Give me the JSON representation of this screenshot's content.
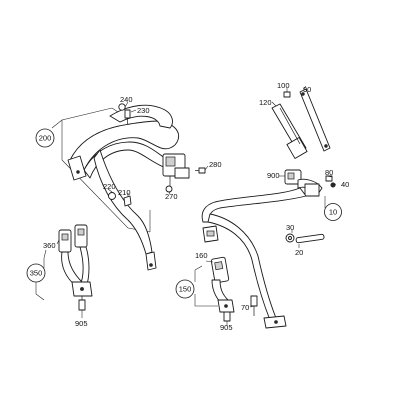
{
  "callouts": {
    "c240": "240",
    "c230": "230",
    "c200": "200",
    "c280": "280",
    "c220": "220",
    "c210": "210",
    "c270": "270",
    "c100": "100",
    "c90": "90",
    "c120": "120",
    "c900": "900",
    "c80": "80",
    "c40": "40",
    "c10": "10",
    "c30": "30",
    "c20": "20",
    "c360": "360",
    "c350": "350",
    "c905a": "905",
    "c160": "160",
    "c150": "150",
    "c905b": "905",
    "c70": "70"
  }
}
